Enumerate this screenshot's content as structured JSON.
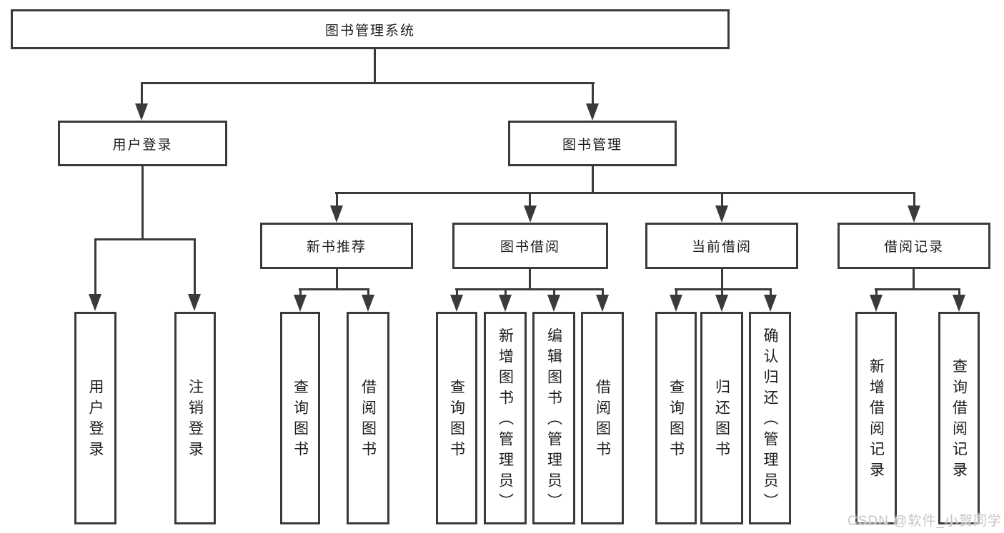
{
  "diagram_type": "functional-structure-tree",
  "tree": {
    "label": "图书管理系统",
    "children": [
      {
        "label": "用户登录",
        "children": [
          {
            "label": "用户登录"
          },
          {
            "label": "注销登录"
          }
        ]
      },
      {
        "label": "图书管理",
        "children": [
          {
            "label": "新书推荐",
            "children": [
              {
                "label": "查询图书"
              },
              {
                "label": "借阅图书"
              }
            ]
          },
          {
            "label": "图书借阅",
            "children": [
              {
                "label": "查询图书"
              },
              {
                "label": "新增图书（管理员）"
              },
              {
                "label": "编辑图书（管理员）"
              },
              {
                "label": "借阅图书"
              }
            ]
          },
          {
            "label": "当前借阅",
            "children": [
              {
                "label": "查询图书"
              },
              {
                "label": "归还图书"
              },
              {
                "label": "确认归还（管理员）"
              }
            ]
          },
          {
            "label": "借阅记录",
            "children": [
              {
                "label": "新增借阅记录"
              },
              {
                "label": "查询借阅记录"
              }
            ]
          }
        ]
      }
    ]
  },
  "watermark": "CSDN @软件_小贺同学",
  "colors": {
    "line": "#3a3a3a",
    "text": "#1d1d1f",
    "background": "#ffffff",
    "watermark": "#c6c6c6"
  }
}
